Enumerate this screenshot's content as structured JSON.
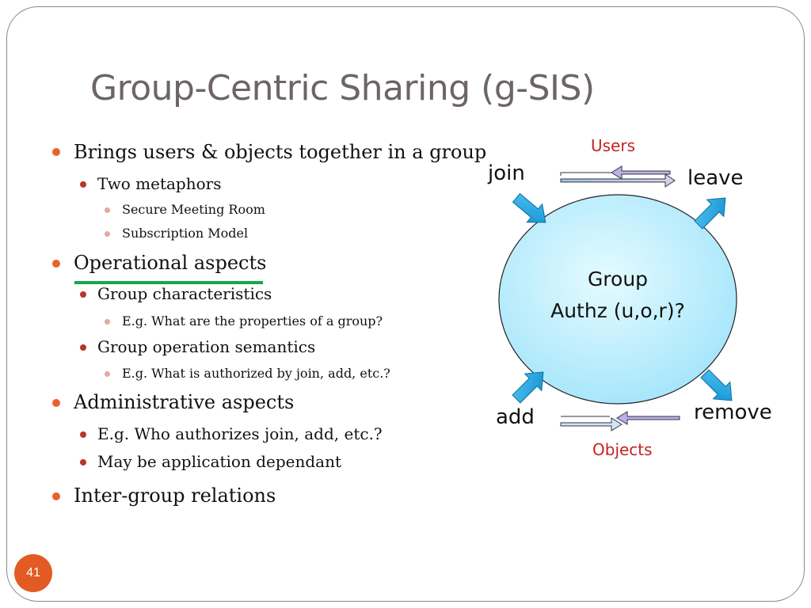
{
  "title": "Group-Centric Sharing (g-SIS)",
  "bullets": {
    "b1": "Brings users & objects together in a group",
    "b1_1": "Two metaphors",
    "b1_1_1": "Secure Meeting Room",
    "b1_1_2": "Subscription Model",
    "b2": "Operational aspects",
    "b2_1": "Group characteristics",
    "b2_1_1": "E.g. What are the properties of a group?",
    "b2_2": "Group operation semantics",
    "b2_2_1": "E.g. What is authorized by join, add, etc.?",
    "b3": "Administrative aspects",
    "b3_1": "E.g. Who authorizes join, add, etc.?",
    "b3_2": "May be application dependant",
    "b4": "Inter-group relations"
  },
  "diagram": {
    "users": "Users",
    "objects": "Objects",
    "join": "join",
    "leave": "leave",
    "add": "add",
    "remove": "remove",
    "group_line1": "Group",
    "group_line2": "Authz (u,o,r)?"
  },
  "page_number": "41",
  "colors": {
    "title": "#6d6565",
    "accent_bullet": "#e8622d",
    "sub_bullet": "#b8352a",
    "underline": "#13a84a",
    "label_red": "#c22420",
    "circle_fill": "#bfefff",
    "arrow_blue": "#1aa3e0"
  }
}
